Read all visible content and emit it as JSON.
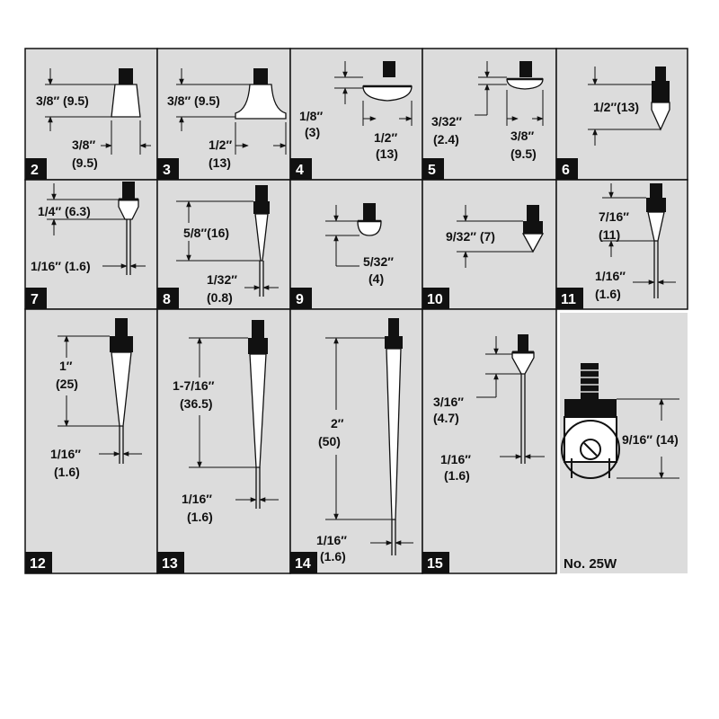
{
  "colors": {
    "panel": "#dcdcdc",
    "ink": "#111111",
    "badge": "#111111"
  },
  "panels": [
    {
      "id": "2",
      "number": "2",
      "dims": [
        "3/8″  (9.5)",
        "3/8″",
        "(9.5)"
      ]
    },
    {
      "id": "3",
      "number": "3",
      "dims": [
        "3/8″  (9.5)",
        "1/2″",
        "(13)"
      ]
    },
    {
      "id": "4",
      "number": "4",
      "dims": [
        "1/8″",
        "(3)",
        "1/2″",
        "(13)"
      ]
    },
    {
      "id": "5",
      "number": "5",
      "dims": [
        "3/32″",
        "(2.4)",
        "3/8″",
        "(9.5)"
      ]
    },
    {
      "id": "6",
      "number": "6",
      "dims": [
        "1/2″(13)"
      ]
    },
    {
      "id": "7",
      "number": "7",
      "dims": [
        "1/4″  (6.3)",
        "1/16″  (1.6)"
      ]
    },
    {
      "id": "8",
      "number": "8",
      "dims": [
        "5/8″(16)",
        "1/32″",
        "(0.8)"
      ]
    },
    {
      "id": "9",
      "number": "9",
      "dims": [
        "5/32″",
        "(4)"
      ]
    },
    {
      "id": "10",
      "number": "10",
      "dims": [
        "9/32″  (7)"
      ]
    },
    {
      "id": "11",
      "number": "11",
      "dims": [
        "7/16″",
        "(11)",
        "1/16″",
        "(1.6)"
      ]
    },
    {
      "id": "12",
      "number": "12",
      "dims": [
        "1″",
        "(25)",
        "1/16″",
        "(1.6)"
      ]
    },
    {
      "id": "13",
      "number": "13",
      "dims": [
        "1-7/16″",
        "(36.5)",
        "1/16″",
        "(1.6)"
      ]
    },
    {
      "id": "14",
      "number": "14",
      "dims": [
        "2″",
        "(50)",
        "1/16″",
        "(1.6)"
      ]
    },
    {
      "id": "15",
      "number": "15",
      "dims": [
        "3/16″",
        "(4.7)",
        "1/16″",
        "(1.6)"
      ]
    },
    {
      "id": "25w",
      "caption": "No. 25W",
      "dims": [
        "9/16″ (14)"
      ]
    }
  ]
}
